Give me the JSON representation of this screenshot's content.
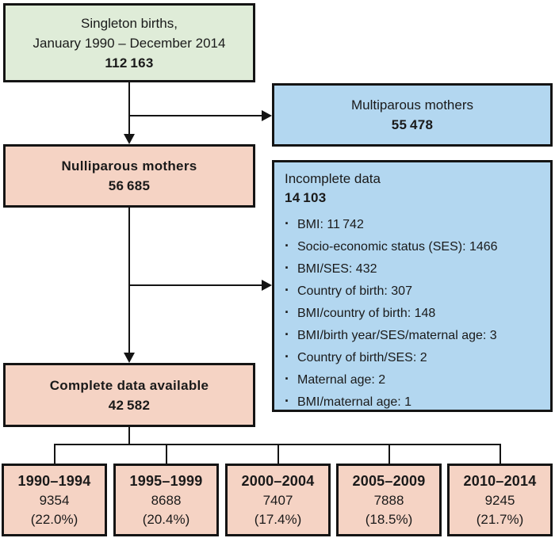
{
  "diagram": {
    "singleton": {
      "line1": "Singleton births,",
      "line2": "January 1990 – December 2014",
      "value": "112 163"
    },
    "multiparous": {
      "label": "Multiparous mothers",
      "value": "55 478"
    },
    "nulliparous": {
      "label": "Nulliparous mothers",
      "value": "56 685"
    },
    "incomplete": {
      "label": "Incomplete data",
      "value": "14 103",
      "bullet": "·",
      "items": [
        "BMI: 11 742",
        "Socio-economic status (SES): 1466",
        "BMI/SES: 432",
        "Country of birth: 307",
        "BMI/country of birth: 148",
        "BMI/birth year/SES/maternal age: 3",
        "Country of birth/SES: 2",
        "Maternal age: 2",
        "BMI/maternal age: 1"
      ]
    },
    "complete": {
      "label": "Complete data available",
      "value": "42 582"
    },
    "cohorts": [
      {
        "years": "1990–1994",
        "n": "9354",
        "pct": "(22.0%)"
      },
      {
        "years": "1995–1999",
        "n": "8688",
        "pct": "(20.4%)"
      },
      {
        "years": "2000–2004",
        "n": "7407",
        "pct": "(17.4%)"
      },
      {
        "years": "2005–2009",
        "n": "7888",
        "pct": "(18.5%)"
      },
      {
        "years": "2010–2014",
        "n": "9245",
        "pct": "(21.7%)"
      }
    ],
    "colors": {
      "green_fill": "#dfecd8",
      "blue_fill": "#b3d7f0",
      "pink_fill": "#f5d3c4",
      "line": "#141414"
    }
  }
}
